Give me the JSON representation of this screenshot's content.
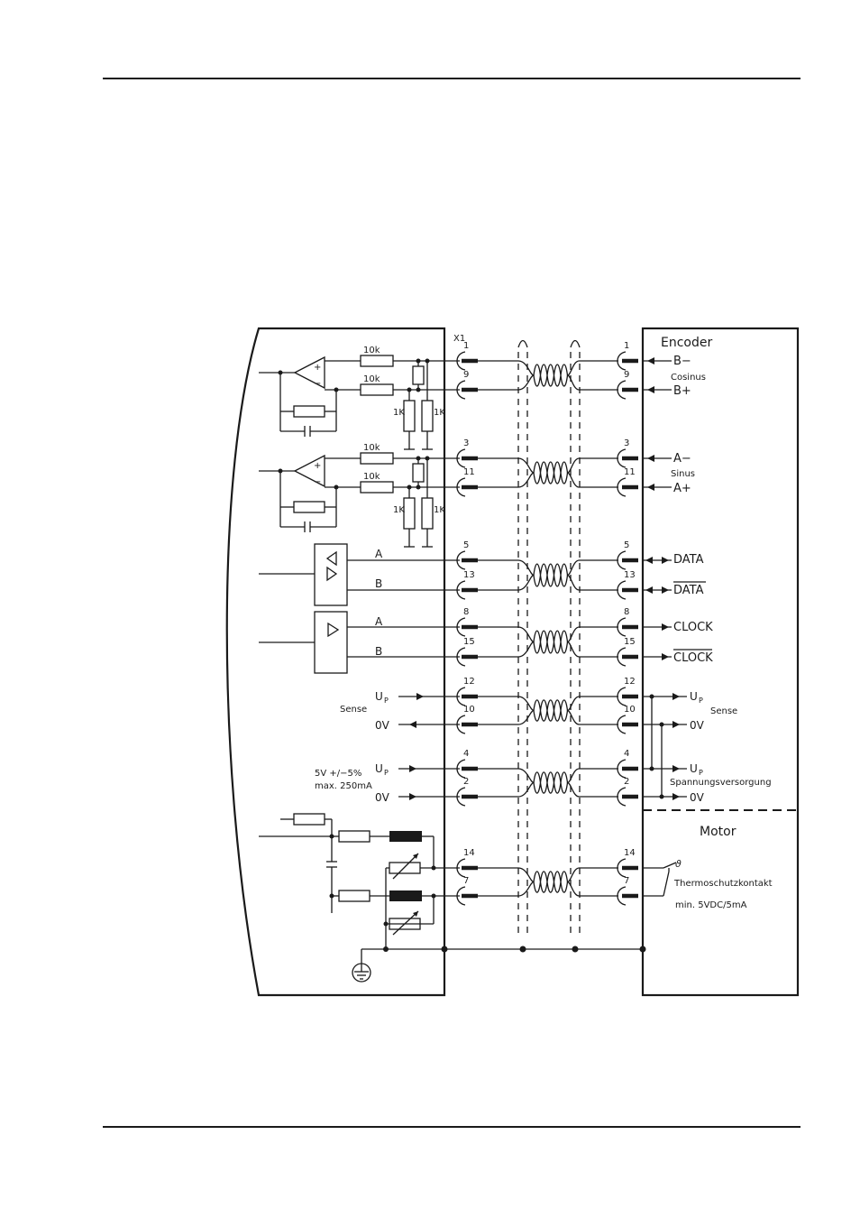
{
  "connector": "X1",
  "encoder_box": {
    "title": "Encoder",
    "motor_title": "Motor"
  },
  "resistors": {
    "r10k": "10k",
    "r1k": "1K"
  },
  "signals": {
    "cosinus": {
      "label": "Cosinus",
      "neg": "B−",
      "pos": "B+",
      "pins": [
        "1",
        "9"
      ]
    },
    "sinus": {
      "label": "Sinus",
      "neg": "A−",
      "pos": "A+",
      "pins": [
        "3",
        "11"
      ]
    },
    "data": {
      "a": "A",
      "b": "B",
      "label": "DATA",
      "label_inv": "DATA",
      "pins": [
        "5",
        "13"
      ]
    },
    "clock": {
      "a": "A",
      "b": "B",
      "label": "CLOCK",
      "label_inv": "CLOCK",
      "pins": [
        "8",
        "15"
      ]
    },
    "sense": {
      "left_label": "Sense",
      "right_label": "Sense",
      "up": "U",
      "up_sub": "P",
      "zero": "0V",
      "pins": [
        "12",
        "10"
      ]
    },
    "supply": {
      "spec1": "5V +/−5%",
      "spec2": "max. 250mA",
      "up": "U",
      "up_sub": "P",
      "zero": "0V",
      "label": "Spannungsversorgung",
      "pins": [
        "4",
        "2"
      ]
    },
    "thermal": {
      "label": "Thermoschutzkontakt",
      "spec": "min. 5VDC/5mA",
      "pins": [
        "14",
        "7"
      ],
      "symbol": "ϑ"
    }
  }
}
